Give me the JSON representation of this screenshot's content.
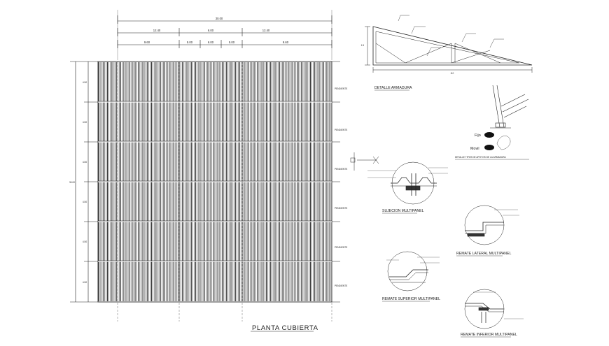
{
  "drawing": {
    "plan_title": "PLANTA CUBIERTA",
    "truss_title": "DETALLE ARMADURA",
    "support_title": "DETALLE TIPOS DE APOYOS DE LA ARMADURA",
    "support_fixed": "Fijo",
    "support_mobile": "Movil",
    "fixing_title": "SUJECION MULTIPANEL",
    "side_title": "REMATE LATERAL MULTIPANEL",
    "upper_title": "REMATE SUPERIOR MULTIPANEL",
    "lower_title": "REMATE INFERIOR MULTIPANEL"
  },
  "dimensions": {
    "overall_width": "30.00",
    "segments_mid": [
      "12.40",
      "6.00",
      "12.40"
    ],
    "segments_low": [
      "9.60",
      "5.00",
      "6.00",
      "5.00",
      "9.60"
    ],
    "overall_height": "30.00",
    "left_bays": [
      "4.50",
      "4.50",
      "4.50",
      "4.50",
      "4.50",
      "4.50"
    ],
    "truss_height": "1.5",
    "truss_span": "8.0"
  },
  "right_labels": [
    "PENDIENTE",
    "PENDIENTE",
    "PENDIENTE",
    "PENDIENTE",
    "PENDIENTE",
    "PENDIENTE"
  ]
}
